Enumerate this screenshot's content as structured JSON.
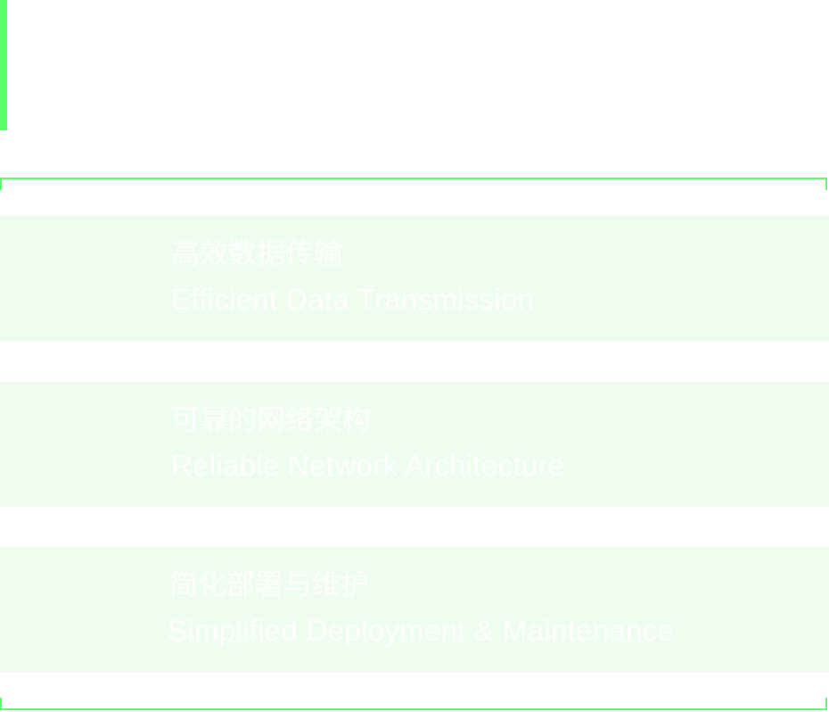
{
  "colors": {
    "accent": "#5cff6c",
    "card_background": "#eefdf0",
    "card_text": "#ffffff",
    "page_background": "#ffffff"
  },
  "features": [
    {
      "title_zh": "高效数据传输",
      "title_en": "Efficient Data Transmission"
    },
    {
      "title_zh": "可靠的网络架构",
      "title_en": "Reliable Network Architecture"
    },
    {
      "title_zh": "简化部署与维护",
      "title_en": "Simplified Deployment & Maintenance"
    }
  ]
}
